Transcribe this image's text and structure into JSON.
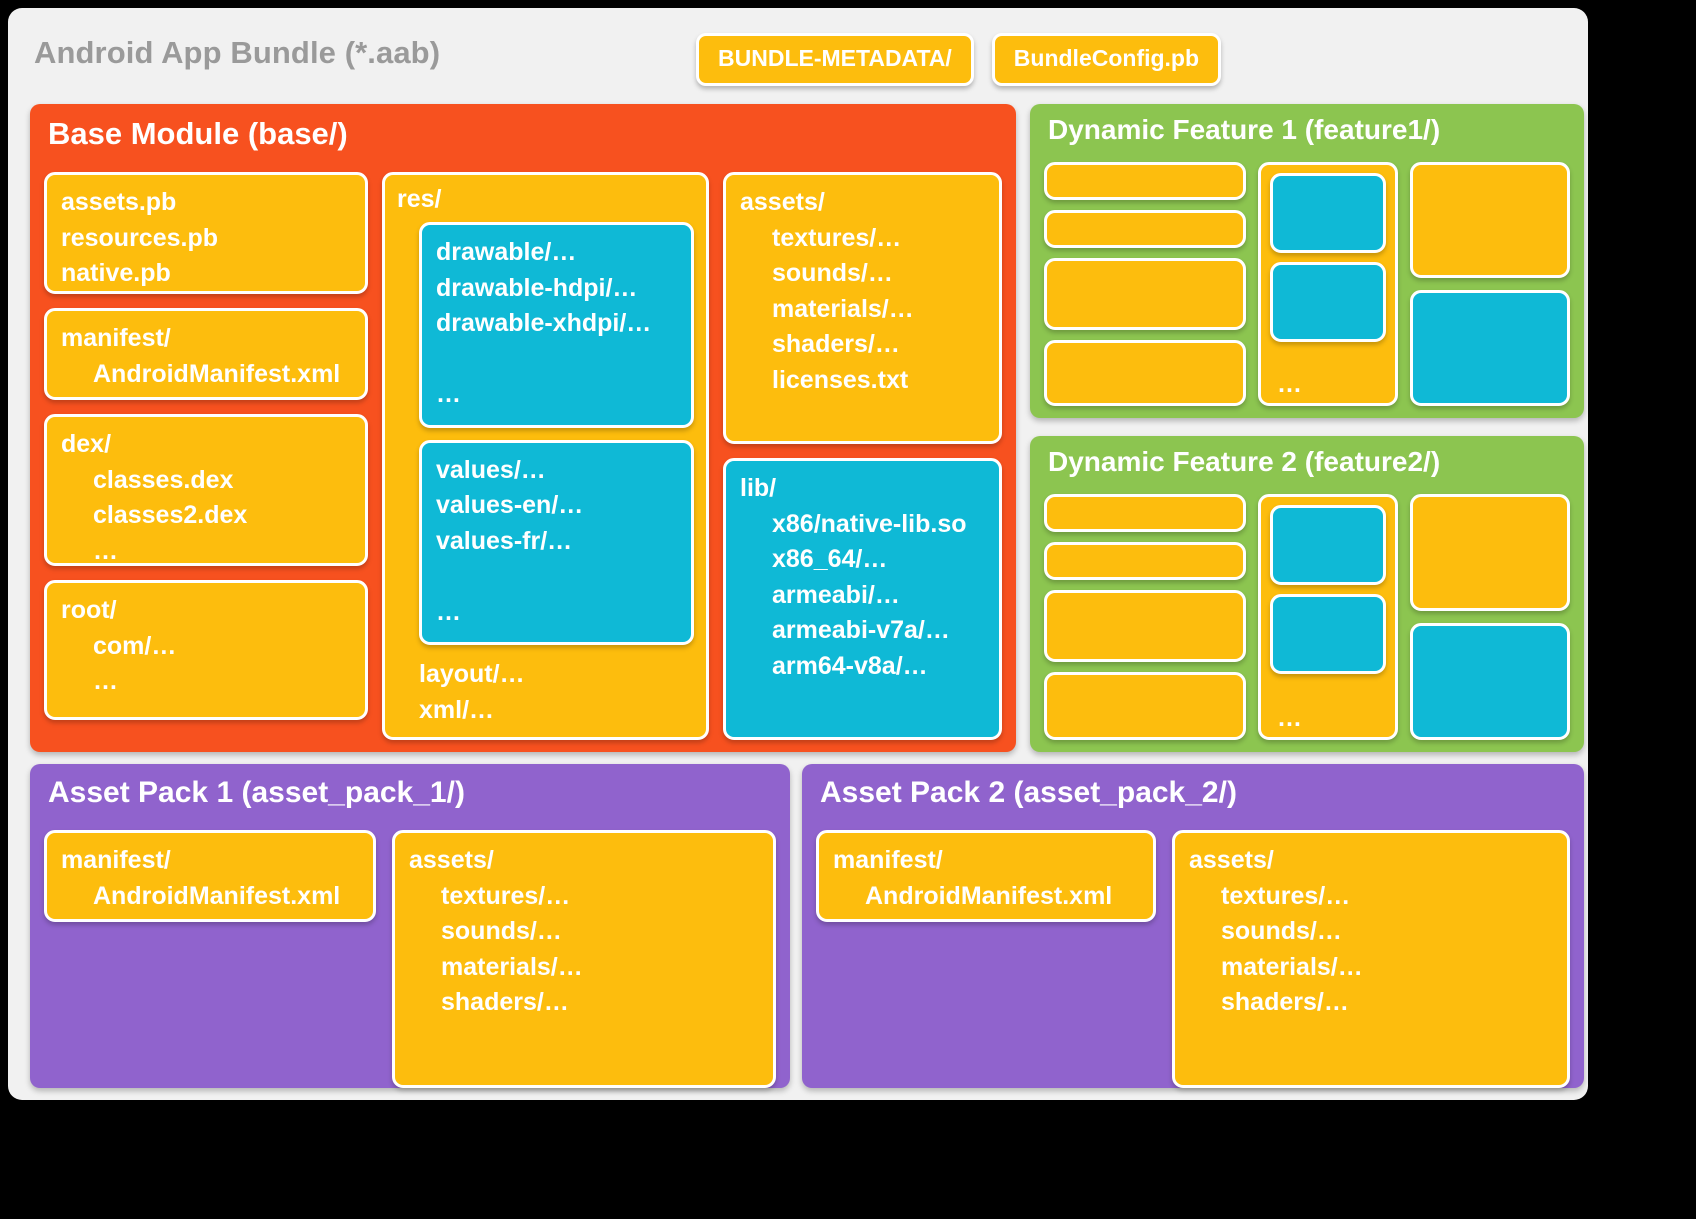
{
  "header": {
    "title": "Android App Bundle (*.aab)",
    "chips": [
      {
        "label": "BUNDLE-METADATA/"
      },
      {
        "label": "BundleConfig.pb"
      }
    ]
  },
  "base_module": {
    "title": "Base Module (base/)",
    "boxes": {
      "protobuf": "assets.pb\nresources.pb\nnative.pb",
      "manifest_head": "manifest/",
      "manifest_child": "AndroidManifest.xml",
      "dex_head": "dex/",
      "dex_children": "classes.dex\nclasses2.dex\n…",
      "root_head": "root/",
      "root_children": "com/…\n…",
      "res_head": "res/",
      "res_drawable": "drawable/…\ndrawable-hdpi/…\ndrawable-xhdpi/…\n\n…",
      "res_values": "values/…\nvalues-en/…\nvalues-fr/…\n\n…",
      "res_tail": "layout/…\nxml/…\n\n…",
      "assets_head": "assets/",
      "assets_children": "textures/…\nsounds/…\nmaterials/…\nshaders/…\nlicenses.txt",
      "lib_head": "lib/",
      "lib_children": "x86/native-lib.so\nx86_64/…\narmeabi/…\narmeabi-v7a/…\narm64-v8a/…"
    }
  },
  "dynamic_features": [
    {
      "title": "Dynamic Feature 1 (feature1/)",
      "column_a": [
        "",
        "",
        "",
        ""
      ],
      "column_b": {
        "children": [
          "",
          ""
        ],
        "dots": "…"
      },
      "column_c": [
        "",
        ""
      ]
    },
    {
      "title": "Dynamic Feature 2 (feature2/)",
      "column_a": [
        "",
        "",
        "",
        ""
      ],
      "column_b": {
        "children": [
          "",
          ""
        ],
        "dots": "…"
      },
      "column_c": [
        "",
        ""
      ]
    }
  ],
  "asset_packs": [
    {
      "title": "Asset Pack 1 (asset_pack_1/)",
      "manifest_head": "manifest/",
      "manifest_child": "AndroidManifest.xml",
      "assets_head": "assets/",
      "assets_children": "textures/…\nsounds/…\nmaterials/…\nshaders/…"
    },
    {
      "title": "Asset Pack 2 (asset_pack_2/)",
      "manifest_head": "manifest/",
      "manifest_child": "AndroidManifest.xml",
      "assets_head": "assets/",
      "assets_children": "textures/…\nsounds/…\nmaterials/…\nshaders/…"
    }
  ],
  "colors": {
    "bundle_background": "#F1F1F1",
    "base_module": "#F7511F",
    "dynamic_feature": "#8CC550",
    "asset_pack": "#9063CD",
    "file_box": "#FDBD0D",
    "resource_box": "#0FB9D6",
    "title_text": "#9A9A9A",
    "page_background": "#000000"
  }
}
